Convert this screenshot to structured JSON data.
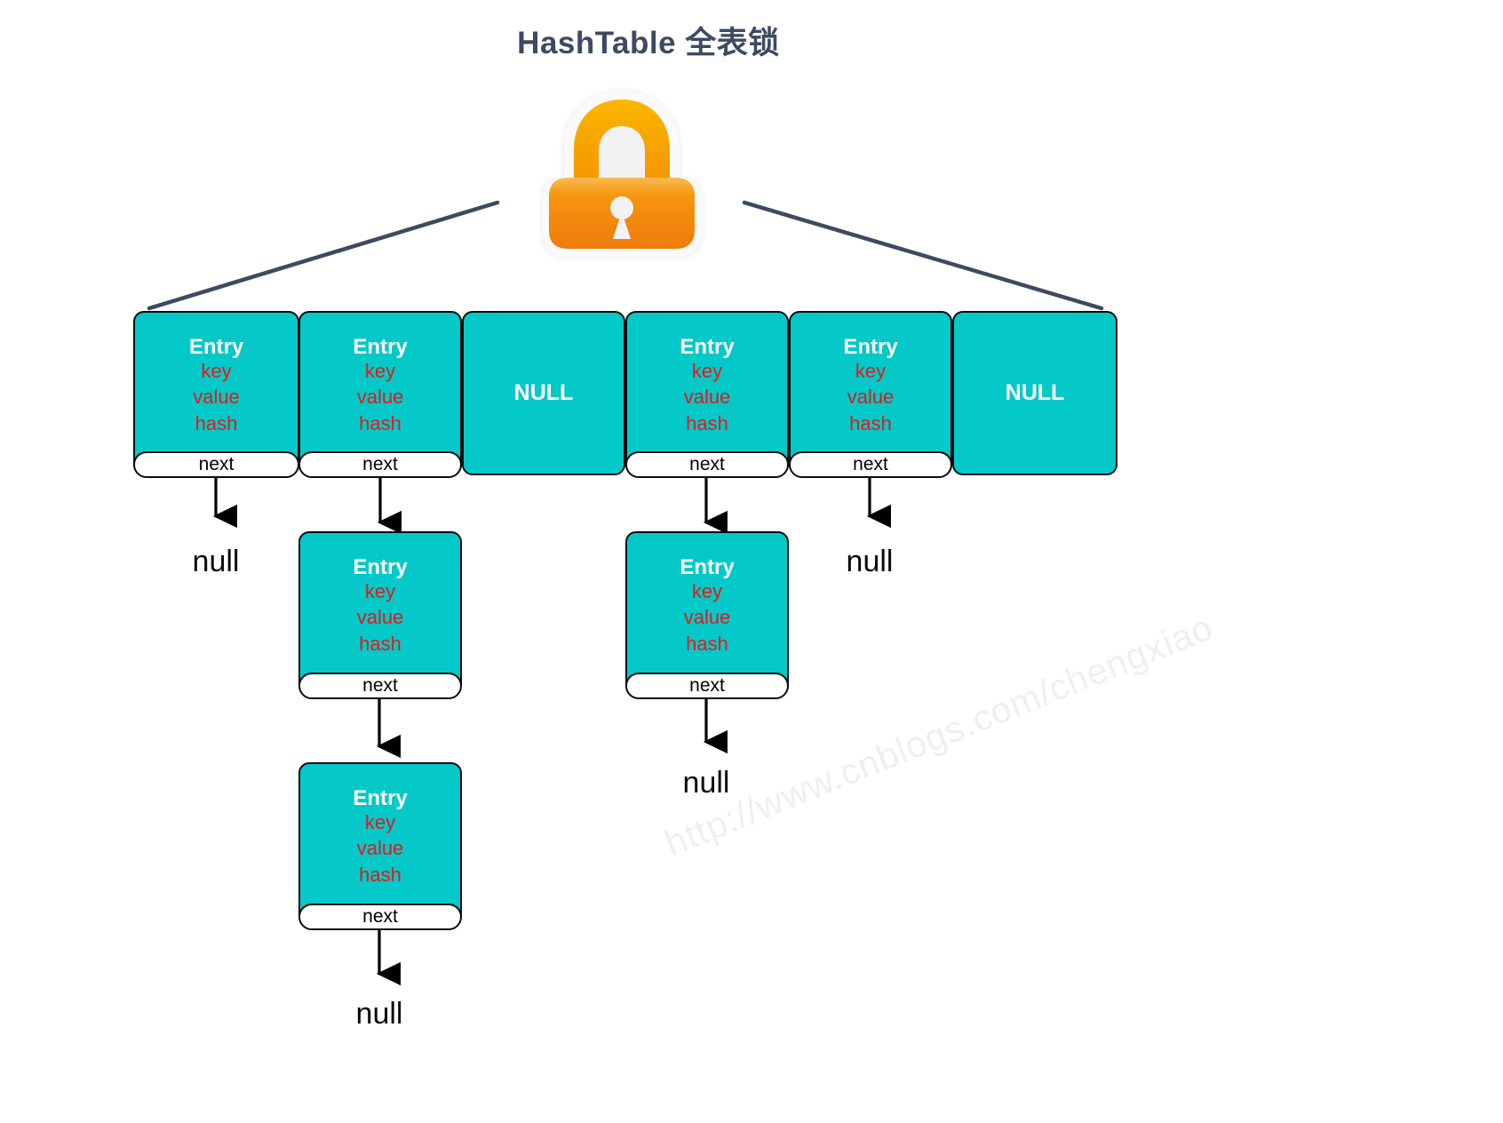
{
  "title": "HashTable 全表锁",
  "title_color": "#3c4a62",
  "theme": {
    "cell_fill": "#05c8c8",
    "cell_border": "#0c0c0c",
    "entry_label_color": "#ffffff",
    "field_color": "#e01b1b",
    "connector_color": "#3c4a62",
    "arrow_color": "#000000",
    "lock_gold": "#f6ad00",
    "lock_orange": "#f28412",
    "watermark_color": "#efefef"
  },
  "lock": {
    "icon": "padlock-icon",
    "state": "locked"
  },
  "labels": {
    "entry": "Entry",
    "key": "key",
    "value": "value",
    "hash": "hash",
    "next": "next",
    "null_cell": "NULL",
    "null_leaf": "null"
  },
  "table": {
    "bucket_count": 6,
    "buckets": [
      {
        "index": 0,
        "type": "entry",
        "has_next": true,
        "chain_length": 1
      },
      {
        "index": 1,
        "type": "entry",
        "has_next": true,
        "chain_length": 3
      },
      {
        "index": 2,
        "type": "null",
        "has_next": false,
        "chain_length": 0
      },
      {
        "index": 3,
        "type": "entry",
        "has_next": true,
        "chain_length": 2
      },
      {
        "index": 4,
        "type": "entry",
        "has_next": true,
        "chain_length": 1
      },
      {
        "index": 5,
        "type": "null",
        "has_next": false,
        "chain_length": 0
      }
    ]
  },
  "chains": {
    "bucket0": [
      {
        "node": "null-terminator",
        "text": "null"
      }
    ],
    "bucket1": [
      {
        "node": "entry",
        "fields": [
          "key",
          "value",
          "hash"
        ],
        "next_label": "next"
      },
      {
        "node": "entry",
        "fields": [
          "key",
          "value",
          "hash"
        ],
        "next_label": "next"
      },
      {
        "node": "null-terminator",
        "text": "null"
      }
    ],
    "bucket3": [
      {
        "node": "entry",
        "fields": [
          "key",
          "value",
          "hash"
        ],
        "next_label": "next"
      },
      {
        "node": "null-terminator",
        "text": "null"
      }
    ],
    "bucket4": [
      {
        "node": "null-terminator",
        "text": "null"
      }
    ]
  },
  "watermark": "http://www.cnblogs.com/chengxiao"
}
